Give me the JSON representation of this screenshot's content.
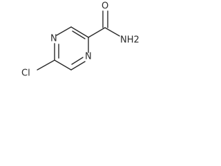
{
  "molecule": {
    "atoms": {
      "n_top": "N",
      "n_bottom": "N",
      "o": "O",
      "nh2": "NH2",
      "cl": "Cl"
    }
  }
}
